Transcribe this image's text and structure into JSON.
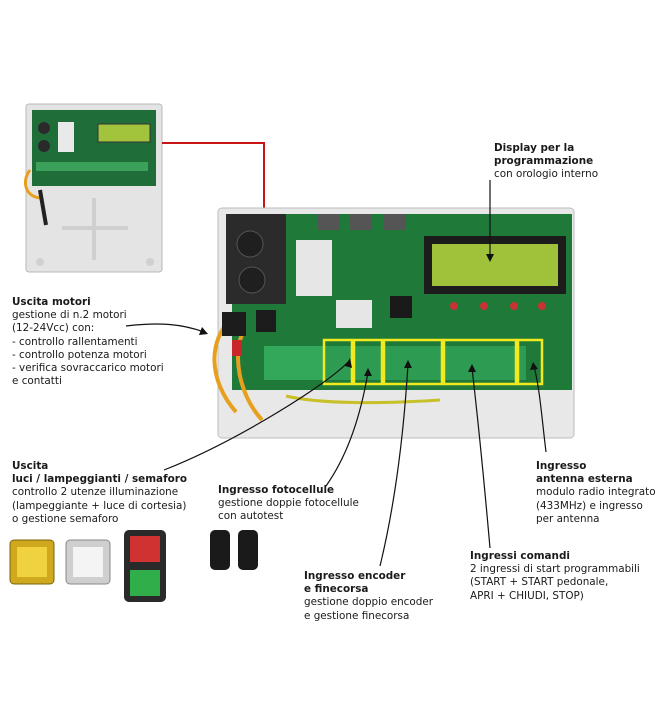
{
  "colors": {
    "callout_border": "#c81414",
    "highlight_box": "#f2ea1e",
    "pcb_green": "#1f7a3a",
    "lcd_green": "#9fc23a",
    "terminal_green": "#2e9b52",
    "enclosure": "#e6e6e6"
  },
  "labels": {
    "display": {
      "title": "Display per la\nprogrammazione",
      "desc": "con orologio interno"
    },
    "motori": {
      "title": "Uscita motori",
      "desc": "gestione di n.2 motori\n(12-24Vcc) con:\n- controllo rallentamenti\n- controllo potenza motori\n- verifica sovraccarico motori\n  e contatti"
    },
    "luci": {
      "title": "Uscita\nluci / lampeggianti / semaforo",
      "desc": "controllo 2 utenze illuminazione\n(lampeggiante + luce di cortesia)\no gestione semaforo"
    },
    "fotocellule": {
      "title": "Ingresso fotocellule",
      "desc": "gestione doppie fotocellule\ncon autotest"
    },
    "encoder": {
      "title": "Ingresso encoder\ne finecorsa",
      "desc": "gestione doppio encoder\ne gestione finecorsa"
    },
    "comandi": {
      "title": "Ingressi comandi",
      "desc": "2 ingressi di start programmabili\n(START + START pedonale,\nAPRI + CHIUDI, STOP)"
    },
    "antenna": {
      "title": "Ingresso\nantenna esterna",
      "desc": "modulo radio integrato\n(433MHz) e ingresso\nper antenna"
    }
  }
}
